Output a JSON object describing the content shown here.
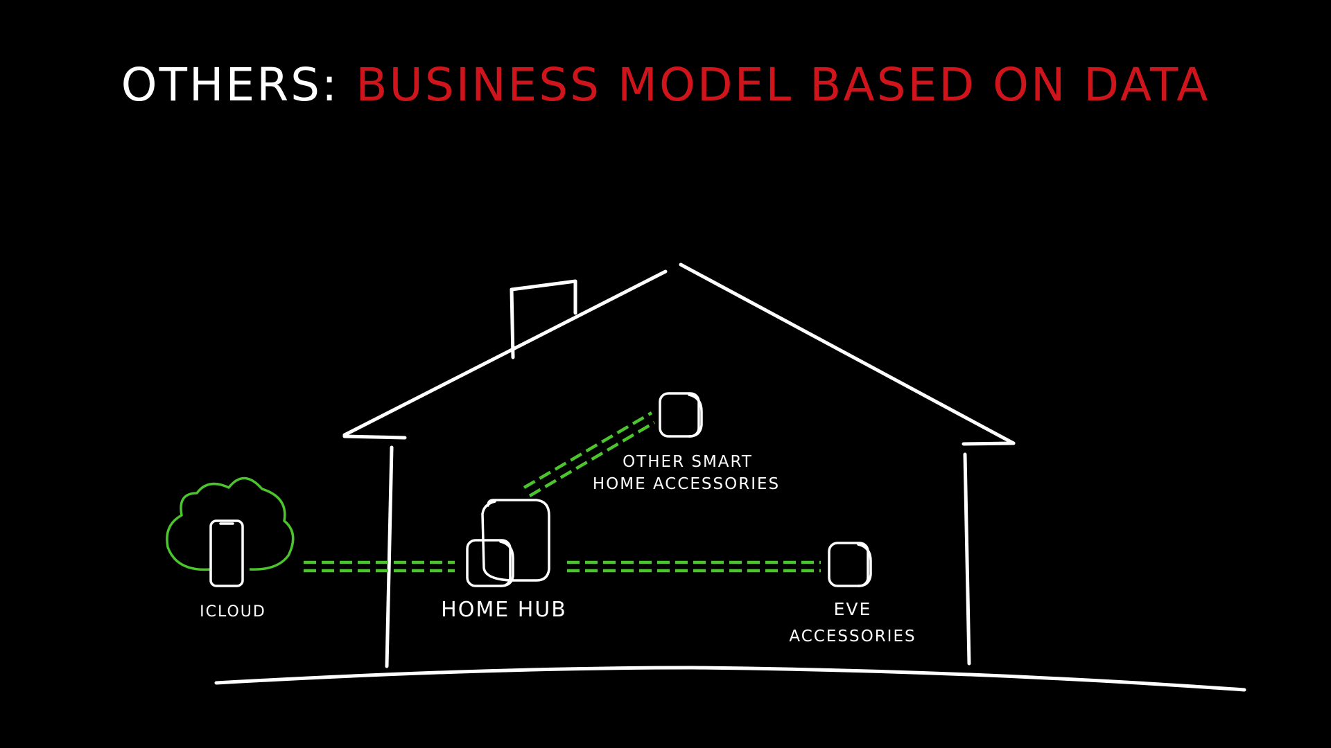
{
  "title": {
    "lead": "OTHERS:",
    "rest": "BUSINESS MODEL BASED ON DATA"
  },
  "labels": {
    "icloud": "ICLOUD",
    "home_hub": "HOME HUB",
    "other_line1": "OTHER SMART",
    "other_line2": "HOME ACCESSORIES",
    "eve_line1": "EVE",
    "eve_line2": "ACCESSORIES"
  },
  "colors": {
    "background": "#000000",
    "chalk": "#ffffff",
    "title_accent": "#d0141b",
    "connection": "#4cc42e"
  }
}
